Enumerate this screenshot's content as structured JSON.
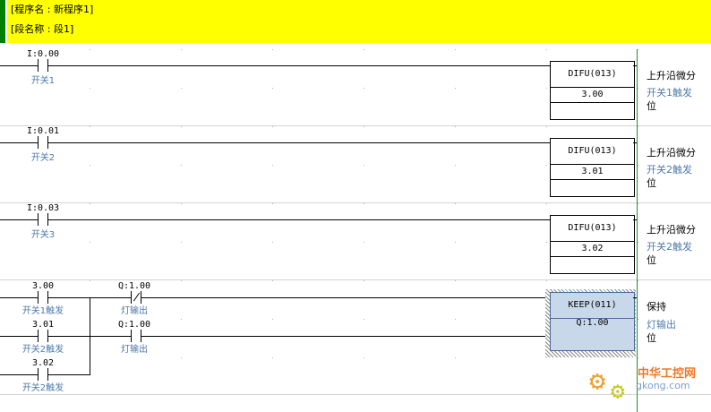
{
  "header": {
    "program_name": "[程序名 : 新程序1]",
    "section_name": "[段名称 : 段1]"
  },
  "rungs": [
    {
      "contact_operand": "I:0.00",
      "contact_comment": "开关1",
      "instruction": "DIFU(013)",
      "instruction_operand": "3.00",
      "instruction_comment": "上升沿微分",
      "operand_comment_line1": "开关1触发",
      "operand_comment_line2": "位"
    },
    {
      "contact_operand": "I:0.01",
      "contact_comment": "开关2",
      "instruction": "DIFU(013)",
      "instruction_operand": "3.01",
      "instruction_comment": "上升沿微分",
      "operand_comment_line1": "开关2触发",
      "operand_comment_line2": "位"
    },
    {
      "contact_operand": "I:0.03",
      "contact_comment": "开关3",
      "instruction": "DIFU(013)",
      "instruction_operand": "3.02",
      "instruction_comment": "上升沿微分",
      "operand_comment_line1": "开关2触发",
      "operand_comment_line2": "位"
    }
  ],
  "keep_rung": {
    "set_contacts": [
      {
        "operand": "3.00",
        "comment": "开关1触发"
      },
      {
        "operand": "3.01",
        "comment": "开关2触发"
      },
      {
        "operand": "3.02",
        "comment": "开关2触发"
      }
    ],
    "reset_contact": {
      "operand": "Q:1.00",
      "comment": "灯输出"
    },
    "self_contact": {
      "operand": "Q:1.00",
      "comment": "灯输出"
    },
    "instruction": "KEEP(011)",
    "instruction_operand": "Q:1.00",
    "instruction_comment": "保持",
    "operand_comment_line1": "灯输出",
    "operand_comment_line2": "位"
  },
  "watermark": {
    "line1": "中华工控网",
    "line2": "gkong.com"
  },
  "colors": {
    "header_bg": "#ffff00",
    "header_bar": "#008000",
    "right_rail": "#1a9a1a",
    "comment_text": "#4f7aa8",
    "selected_box": "#c8d8ea"
  }
}
